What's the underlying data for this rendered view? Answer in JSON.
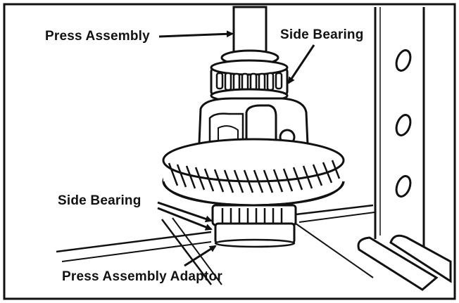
{
  "labels": {
    "press_assembly": "Press Assembly",
    "side_bearing_top": "Side Bearing",
    "side_bearing_bottom": "Side Bearing",
    "press_assembly_adaptor": "Press Assembly Adaptor"
  },
  "colors": {
    "ink": "#111111",
    "paper": "#ffffff"
  }
}
